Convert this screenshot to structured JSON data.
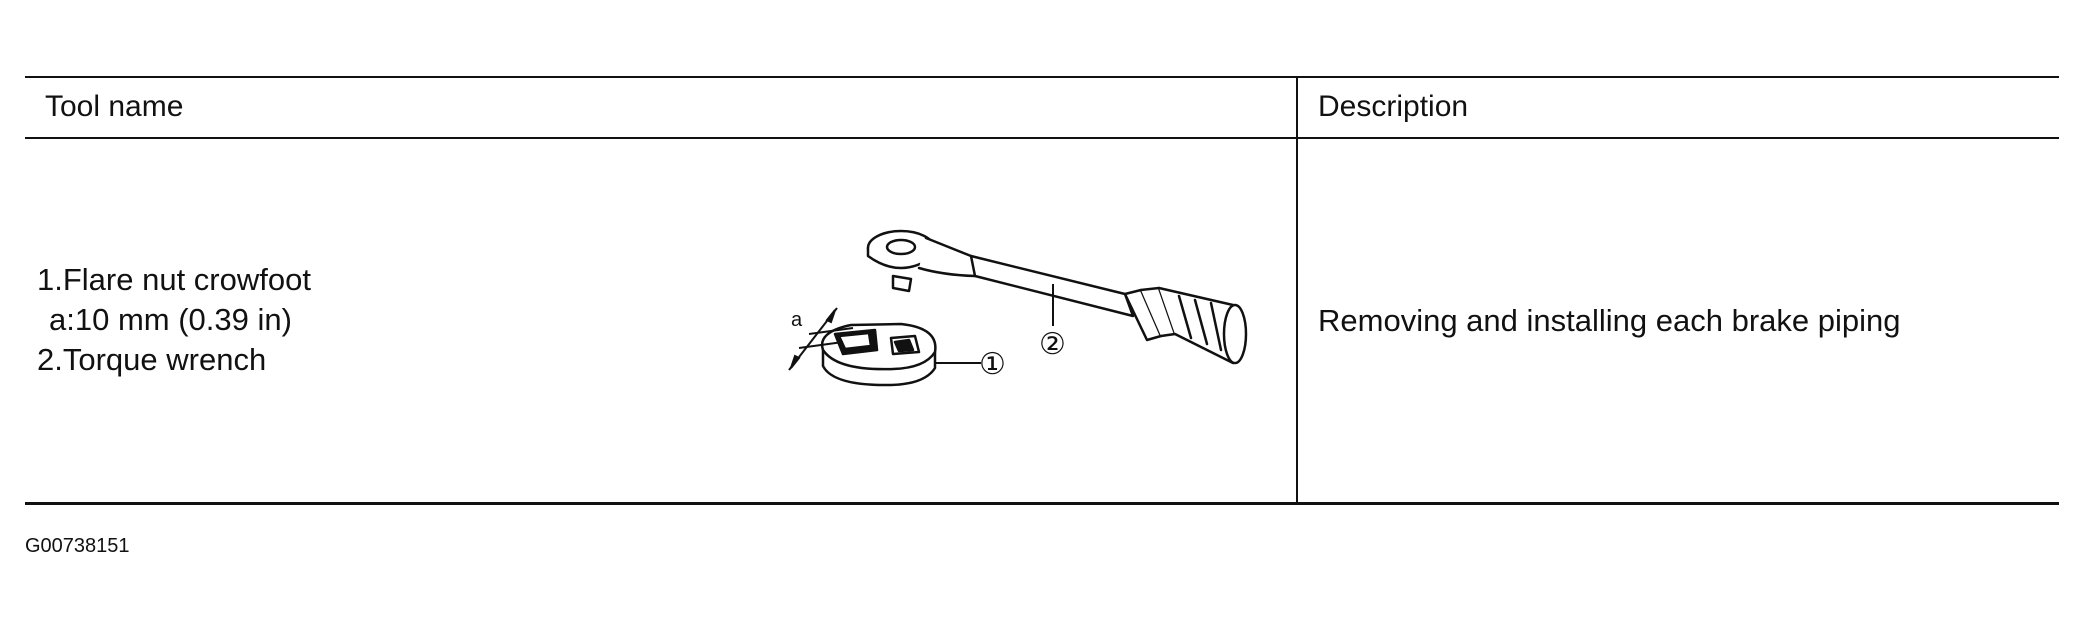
{
  "table": {
    "header": {
      "tool_name": "Tool name",
      "description": "Description"
    },
    "row": {
      "tool_lines": [
        "1.Flare nut crowfoot",
        "a:10 mm (0.39 in)",
        "2.Torque wrench"
      ],
      "figure_labels": {
        "dimension": "a",
        "callout_1": "①",
        "callout_2": "②"
      },
      "description": "Removing and installing each brake piping"
    }
  },
  "figure_code": "G00738151",
  "icons": {
    "crowfoot": "flare-nut-crowfoot-icon",
    "wrench": "torque-wrench-icon"
  },
  "colors": {
    "ink": "#111111",
    "background": "#ffffff"
  }
}
